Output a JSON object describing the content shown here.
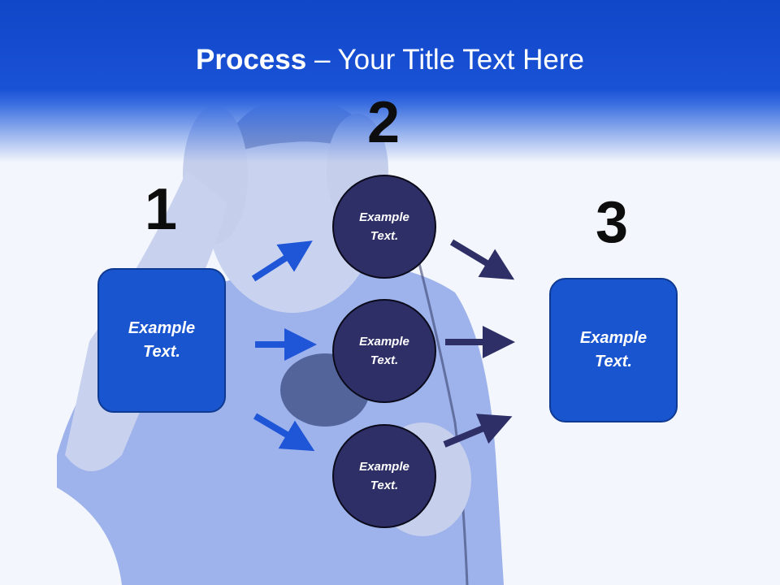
{
  "title": {
    "bold": "Process",
    "rest": " – Your Title Text Here"
  },
  "steps": {
    "one": "1",
    "two": "2",
    "three": "3"
  },
  "left_box": {
    "text": "Example Text."
  },
  "right_box": {
    "text": "Example Text."
  },
  "circles": [
    {
      "text": "Example Text."
    },
    {
      "text": "Example Text."
    },
    {
      "text": "Example Text."
    }
  ],
  "colors": {
    "header": "#1a52d6",
    "box_fill": "#1a55d0",
    "circle_fill": "#2e2f66",
    "arrow_left": "#1f56d8",
    "arrow_right": "#2e2f66"
  }
}
